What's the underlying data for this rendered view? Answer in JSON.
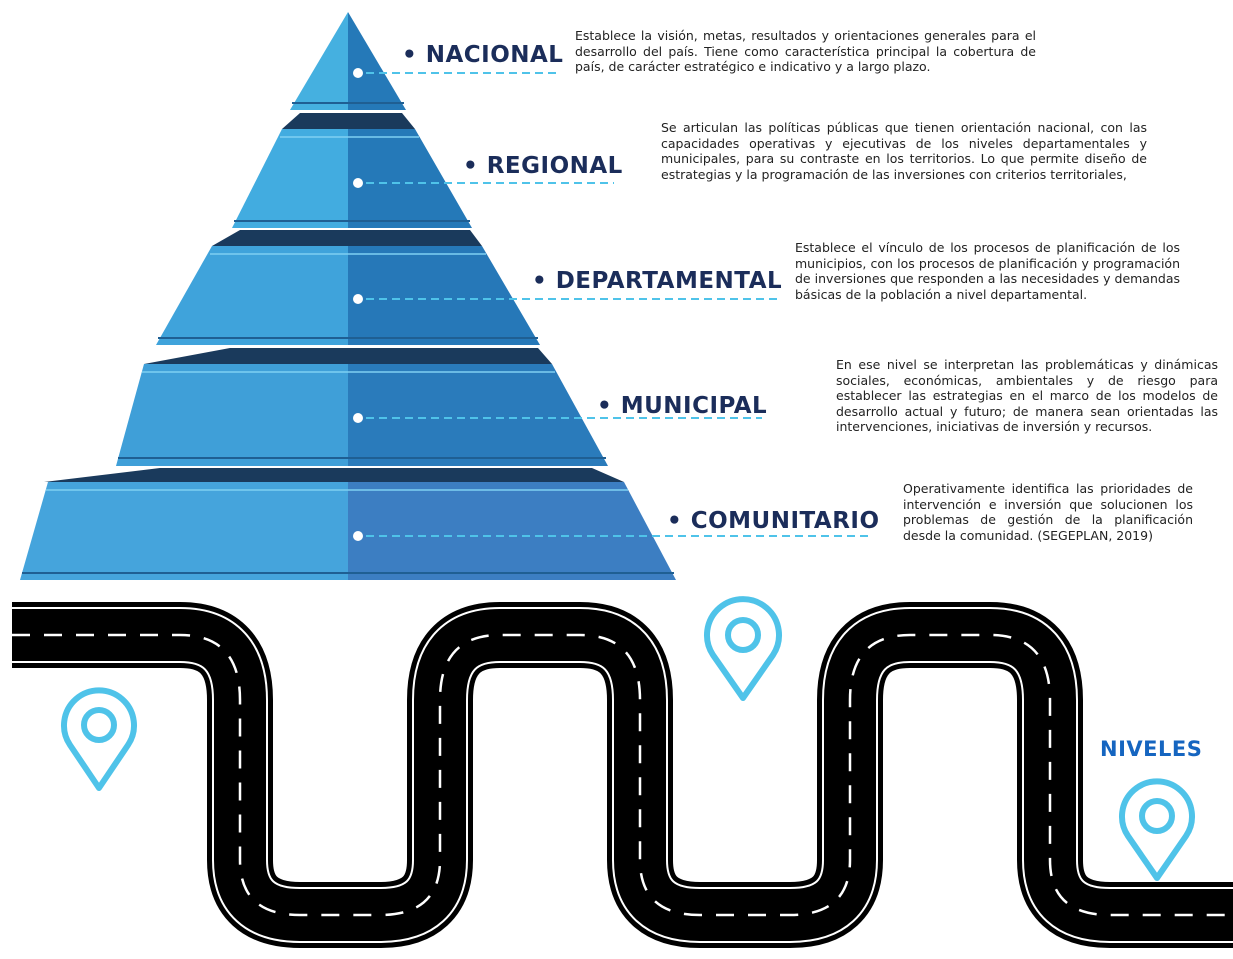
{
  "title": "NIVELES",
  "colors": {
    "tier_left": "#45b0e0",
    "tier_right": "#2579b8",
    "tier_dark": "#1a3a5c",
    "label": "#1b2d5a",
    "accent": "#4fc3e9",
    "road": "#000000"
  },
  "levels": [
    {
      "label": "• NACIONAL",
      "description": "Establece la visión, metas, resultados y orientaciones generales para el desarrollo del país. Tiene como característica principal la cobertura de país, de carácter estratégico e indicativo y a largo plazo."
    },
    {
      "label": "• REGIONAL",
      "description": "Se articulan las políticas públicas que tienen orientación nacional, con las capacidades operativas y ejecutivas de los niveles departamentales y municipales, para su contraste en los territorios. Lo que permite diseño de estrategias y la programación de las inversiones con criterios territoriales,"
    },
    {
      "label": "• DEPARTAMENTAL",
      "description": "Establece el vínculo de los procesos de planificación de los municipios, con los procesos de planificación y programación de inversiones que responden a las necesidades y demandas básicas de la población a nivel departamental."
    },
    {
      "label": "• MUNICIPAL",
      "description": "En ese nivel se interpretan las problemáticas y dinámicas sociales, económicas, ambientales y de riesgo para establecer las estrategias en el marco de los modelos de desarrollo actual y futuro; de manera sean orientadas las intervenciones, iniciativas de inversión y recursos."
    },
    {
      "label": "• COMUNITARIO",
      "description": "Operativamente identifica las prioridades de intervención e inversión que solucionen los problemas de gestión de la planificación desde la comunidad. (SEGEPLAN, 2019)"
    }
  ],
  "icons": [
    "pyramid-tier-icon",
    "map-pin-icon",
    "road-icon"
  ]
}
